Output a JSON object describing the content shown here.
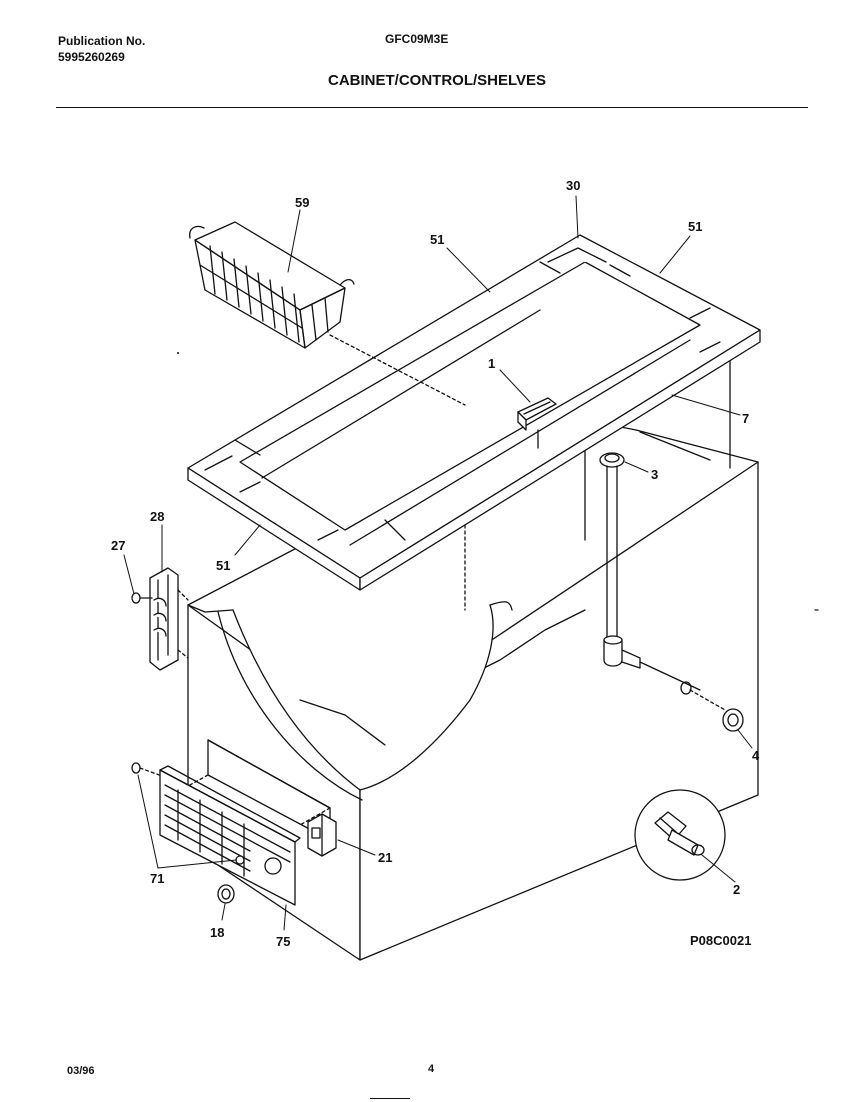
{
  "header": {
    "publication_label": "Publication No.",
    "publication_number": "5995260269",
    "model": "GFC09M3E",
    "title": "CABINET/CONTROL/SHELVES"
  },
  "footer": {
    "date": "03/96",
    "page": "4"
  },
  "drawing_code": "P08C0021",
  "callouts": {
    "basket": "59",
    "breaker_strip_corner": "30",
    "breaker_strip_left": "51",
    "breaker_strip_right": "51",
    "breaker_strip_front": "51",
    "thermostat_control": "1",
    "breaker_strip_front_right": "7",
    "drain_plug": "3",
    "drain_cap": "4",
    "drain_fitting": "2",
    "hinge": "28",
    "hinge_screw": "27",
    "terminal_block": "21",
    "grille_screws": "71",
    "grille_clip": "18",
    "grille": "75"
  }
}
